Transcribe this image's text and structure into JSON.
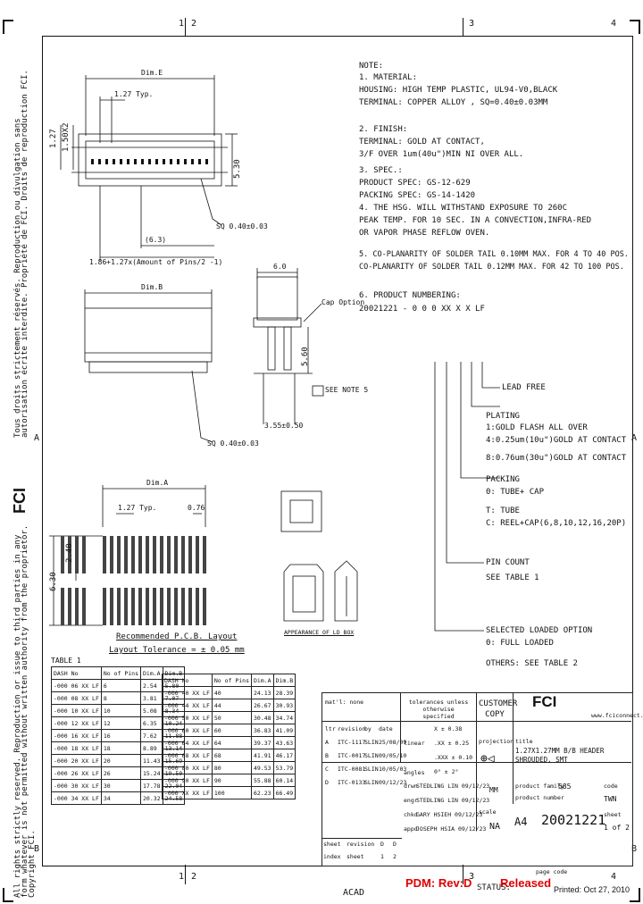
{
  "border": {
    "top_zones": [
      "1",
      "2",
      "3",
      "4"
    ],
    "bottom_zones": [
      "1",
      "2",
      "3",
      "4"
    ],
    "side_zones": [
      "A",
      "B"
    ]
  },
  "side_text": {
    "left_legal": "All rights strictly reserved. Reproduction or issue to third parties in any form whatever is not permitted without written authority from the proprietor. Copyright FCI.",
    "left_legal_fr": "Tous droits strictement réservés. Reproduction ou divulgation sans autorisation écrite interdite. Propriété de FCI. Droits de reproduction FCI.",
    "logo": "FCI"
  },
  "notes": {
    "title": "NOTE:",
    "lines": [
      "1. MATERIAL:",
      "   HOUSING: HIGH TEMP PLASTIC, UL94-V0,BLACK",
      "   TERMINAL: COPPER ALLOY , SQ=0.40±0.03MM",
      "2. FINISH:",
      "   TERMINAL: GOLD AT CONTACT,",
      "             3/F OVER 1um(40u\")MIN NI OVER ALL.",
      "3. SPEC.:",
      "PRODUCT SPEC: GS-12-629",
      "PACKING SPEC: GS-14-1420",
      "4. THE HSG. WILL WITHSTAND EXPOSURE TO 260C",
      "PEAK TEMP. FOR 10 SEC. IN A CONVECTION,INFRA-RED",
      "OR VAPOR PHASE REFLOW OVEN.",
      "5. CO-PLANARITY OF SOLDER TAIL 0.10MM MAX. FOR 4 TO 40 POS.",
      "   CO-PLANARITY OF SOLDER TAIL 0.12MM MAX. FOR 42 TO 100 POS.",
      "6. PRODUCT NUMBERING:"
    ],
    "part_number": "20021221 - 0 0 0 XX X X LF",
    "numbering": [
      "LEAD FREE",
      "PLATING",
      "1:GOLD FLASH ALL OVER",
      "4:0.25um(10u\")GOLD AT CONTACT",
      "8:0.76um(30u\")GOLD AT CONTACT",
      "PACKING",
      "0: TUBE+ CAP",
      "T: TUBE",
      "C: REEL+CAP(6,8,10,12,16,20P)",
      "PIN COUNT",
      "SEE TABLE 1",
      "SELECTED LOADED OPTION",
      "0: FULL LOADED",
      "OTHERS: SEE TABLE 2"
    ]
  },
  "dims": {
    "dim_e": "Dim.E",
    "p127": "1.27 Typ.",
    "v127": "1.27",
    "v150": "1.50X2",
    "v530": "5.30",
    "sq": "SQ 0.40±0.03",
    "v63": "(6.3)",
    "pitch_formula": "1.86+1.27x(Amount of Pins/2 -1)",
    "dim_b": "Dim.B",
    "sq2": "SQ 0.40±0.03",
    "v60": "6.0",
    "cap": "Cap Option",
    "v560": "5.60",
    "seenote": "SEE NOTE 5",
    "v355": "3.55±0.50",
    "dim_a": "Dim.A",
    "p127b": "1.27 Typ.",
    "v076": "0.76",
    "v240": "2.40",
    "v630": "6.30",
    "pcb": "Recommended P.C.B. Layout",
    "tol": "Layout Tolerance = ± 0.05 mm",
    "appearance": "APPEARANCE OF LD BOX"
  },
  "table1": {
    "title": "TABLE 1",
    "headers": [
      "DASH No",
      "No of Pins",
      "Dim.A",
      "Dim.B"
    ],
    "rows_left": [
      [
        "-000 06 XX LF",
        "6",
        "2.54",
        "5.80"
      ],
      [
        "-000 08 XX LF",
        "8",
        "3.81",
        "7.07"
      ],
      [
        "-000 10 XX LF",
        "10",
        "5.08",
        "8.34"
      ],
      [
        "-000 12 XX LF",
        "12",
        "6.35",
        "10.24"
      ],
      [
        "-000 16 XX LF",
        "16",
        "7.62",
        "11.88"
      ],
      [
        "-000 18 XX LF",
        "18",
        "8.89",
        "13.14"
      ],
      [
        "-000 20 XX LF",
        "20",
        "11.43",
        "15.69"
      ],
      [
        "-000 26 XX LF",
        "26",
        "15.24",
        "19.50"
      ],
      [
        "-000 30 XX LF",
        "30",
        "17.78",
        "22.04"
      ],
      [
        "-000 34 XX LF",
        "34",
        "20.32",
        "24.58"
      ]
    ],
    "rows_right": [
      [
        "-000 40 XX LF",
        "40",
        "24.13",
        "28.39"
      ],
      [
        "-000 44 XX LF",
        "44",
        "26.67",
        "30.93"
      ],
      [
        "-000 50 XX LF",
        "50",
        "30.48",
        "34.74"
      ],
      [
        "-000 60 XX LF",
        "60",
        "36.83",
        "41.09"
      ],
      [
        "-000 64 XX LF",
        "64",
        "39.37",
        "43.63"
      ],
      [
        "-000 68 XX LF",
        "68",
        "41.91",
        "46.17"
      ],
      [
        "-000 80 XX LF",
        "80",
        "49.53",
        "53.79"
      ],
      [
        "-000 90 XX LF",
        "90",
        "55.88",
        "60.14"
      ],
      [
        "-000 XX XX LF",
        "100",
        "62.23",
        "66.49"
      ]
    ]
  },
  "titleblock": {
    "matl": "mat'l: none",
    "tolerances": "tolerances unless otherwise specified",
    "customer": "CUSTOMER COPY",
    "tol_rows": [
      "X ± 0.38",
      ".XX ± 0.25",
      ".XXX ± 0.10",
      "0° ± 2°"
    ],
    "linear": "linear",
    "angles": "angles",
    "projection": "projection",
    "revs": [
      [
        "A",
        "ITC-1117",
        "SLIN",
        "25/08/09"
      ],
      [
        "B",
        "ITC-0017",
        "SLIN",
        "09/05/10"
      ],
      [
        "C",
        "ITC-0081",
        "SLIN",
        "10/05/03"
      ],
      [
        "D",
        "ITC-0133",
        "SLIN",
        "09/12/23"
      ]
    ],
    "ltr": "ltr",
    "revision": "revision",
    "by": "by",
    "date": "date",
    "drwn": "STEDLING LIN 09/12/23",
    "engr": "STEDLING LIN 09/12/23",
    "chkd": "GARY HSIEH 09/12/23",
    "appd": "JOSEPH HSIA 09/12/23",
    "drwn_l": "drwn",
    "engr_l": "engr",
    "chkd_l": "chkd",
    "appd_l": "appd",
    "units": "MM",
    "scale_l": "scale",
    "scale": "NA",
    "size": "A4",
    "title_l": "title",
    "title": "1.27X1.27MM B/B HEADER SHROUDED, SMT",
    "family_l": "product family",
    "family": "585",
    "code_l": "code",
    "code": "TWN",
    "number_l": "product number",
    "number": "20021221",
    "sheet_l": "sheet",
    "sheet": "1 of 2",
    "url": "www.fciconnect.com",
    "sheet_row": [
      "sheet",
      "revision",
      "D",
      "D"
    ],
    "index_row": [
      "index",
      "sheet",
      "1",
      "2"
    ]
  },
  "footer": {
    "acad": "ACAD",
    "pdm": "PDM: Rev:D",
    "status_l": "STATUS:",
    "status": "Released",
    "page_code": "page code",
    "printed": "Printed: Oct 27, 2010"
  }
}
